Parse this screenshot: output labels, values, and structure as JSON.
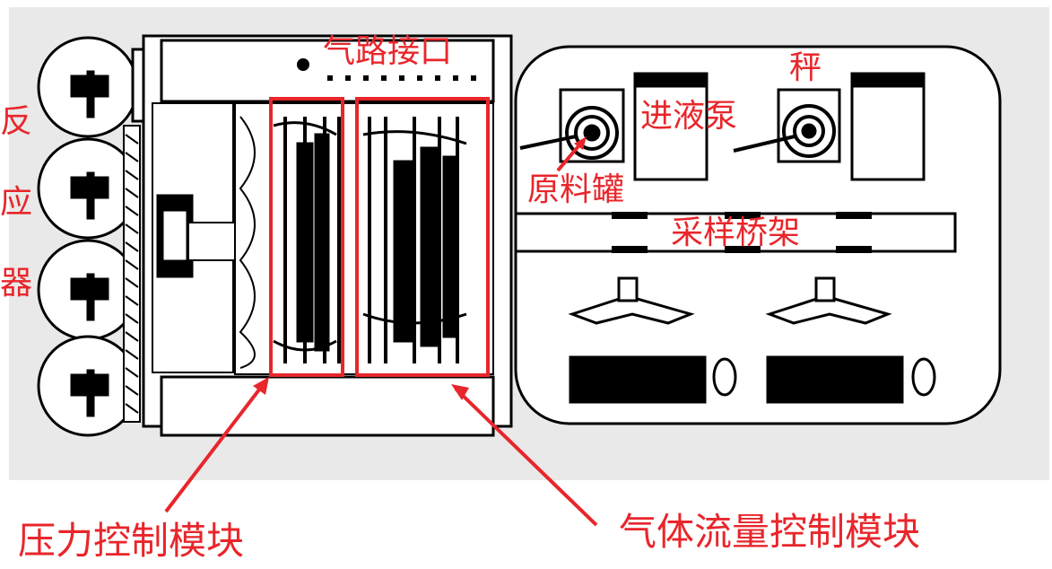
{
  "labels": {
    "gas_interface": "气路接口",
    "scale": "秤",
    "feed_pump": "进液泵",
    "raw_tank": "原料罐",
    "sampling_bridge": "采样桥架",
    "reactor": [
      "反",
      "应",
      "器"
    ],
    "pressure_module": "压力控制模块",
    "gas_flow_module": "气体流量控制模块"
  },
  "colors": {
    "annotation": "#e8262b",
    "drawing_bg": "#e9e9e9",
    "line": "#000000"
  }
}
